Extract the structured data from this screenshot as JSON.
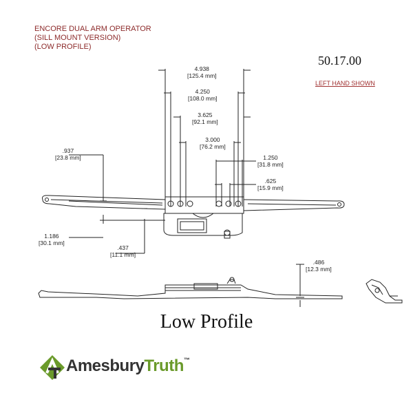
{
  "title_lines": [
    "ENCORE DUAL ARM OPERATOR",
    "(SILL MOUNT VERSION)",
    "(LOW PROFILE)"
  ],
  "part_number": "50.17.00",
  "note": "LEFT HAND SHOWN",
  "caption": "Low Profile",
  "dimensions": {
    "d1": {
      "in": "4.938",
      "mm": "[125.4 mm]"
    },
    "d2": {
      "in": "4.250",
      "mm": "[108.0 mm]"
    },
    "d3": {
      "in": "3.625",
      "mm": "[92.1 mm]"
    },
    "d4": {
      "in": "3.000",
      "mm": "[76.2 mm]"
    },
    "d5": {
      "in": "1.250",
      "mm": "[31.8 mm]"
    },
    "d6": {
      "in": ".625",
      "mm": "[15.9 mm]"
    },
    "d7": {
      "in": ".937",
      "mm": "[23.8 mm]"
    },
    "d8": {
      "in": "1.186",
      "mm": "[30.1 mm]"
    },
    "d9": {
      "in": ".437",
      "mm": "[11.1 mm]"
    },
    "d10": {
      "in": ".486",
      "mm": "[12.3 mm]"
    }
  },
  "brand": {
    "part1": "Amesbury",
    "part2": "Truth",
    "mark": "™",
    "icon": "amesbury-truth-logo",
    "green": "#6a9a2a",
    "gray": "#333333"
  },
  "colors": {
    "title": "#8c2a2a",
    "line": "#222222"
  }
}
